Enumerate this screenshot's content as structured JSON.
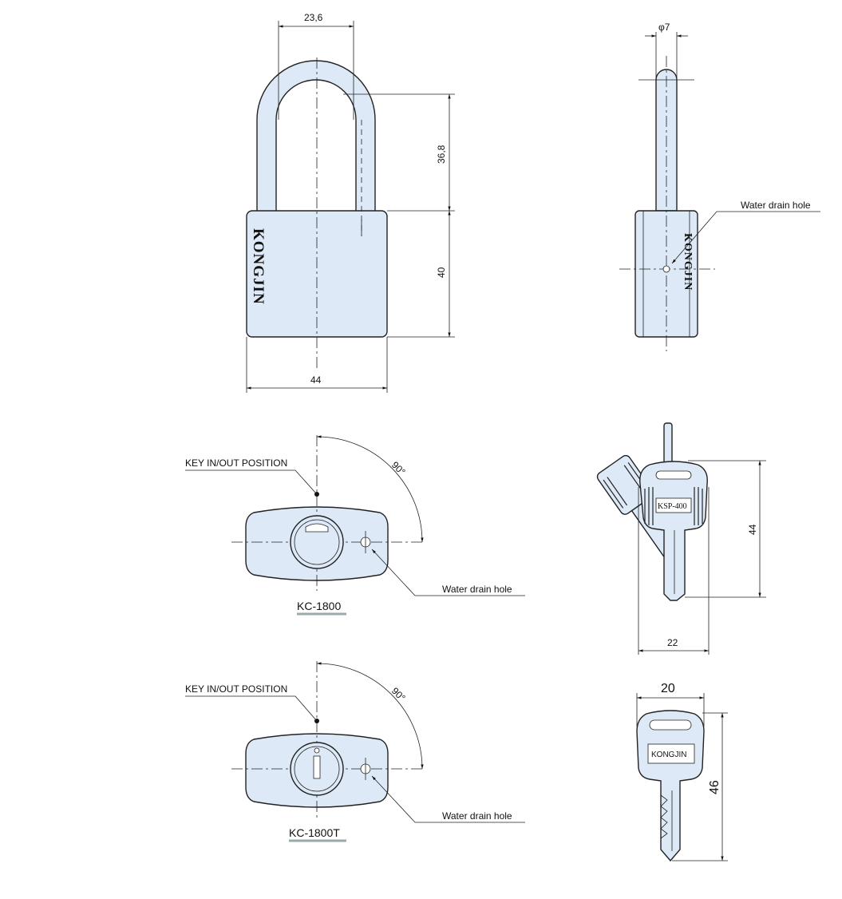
{
  "front_view": {
    "shackle_width": "23,6",
    "shackle_height": "36,8",
    "body_height": "40",
    "body_width": "44",
    "brand_text": "KONGJIN"
  },
  "side_view": {
    "shackle_diameter": "φ7",
    "drain_label": "Water drain hole"
  },
  "top_view_1": {
    "key_position_label": "KEY IN/OUT POSITION",
    "angle": "90°",
    "drain_label": "Water drain hole",
    "model": "KC-1800"
  },
  "top_view_2": {
    "key_position_label": "KEY IN/OUT POSITION",
    "angle": "90°",
    "drain_label": "Water drain hole",
    "model": "KC-1800T"
  },
  "key_ksp": {
    "stamp": "KSP-400",
    "height": "44",
    "width": "22"
  },
  "key_kongjin": {
    "stamp": "KONGJIN",
    "width": "20",
    "height": "46"
  },
  "colors": {
    "part_fill": "#dde9f6",
    "line": "#222222"
  }
}
